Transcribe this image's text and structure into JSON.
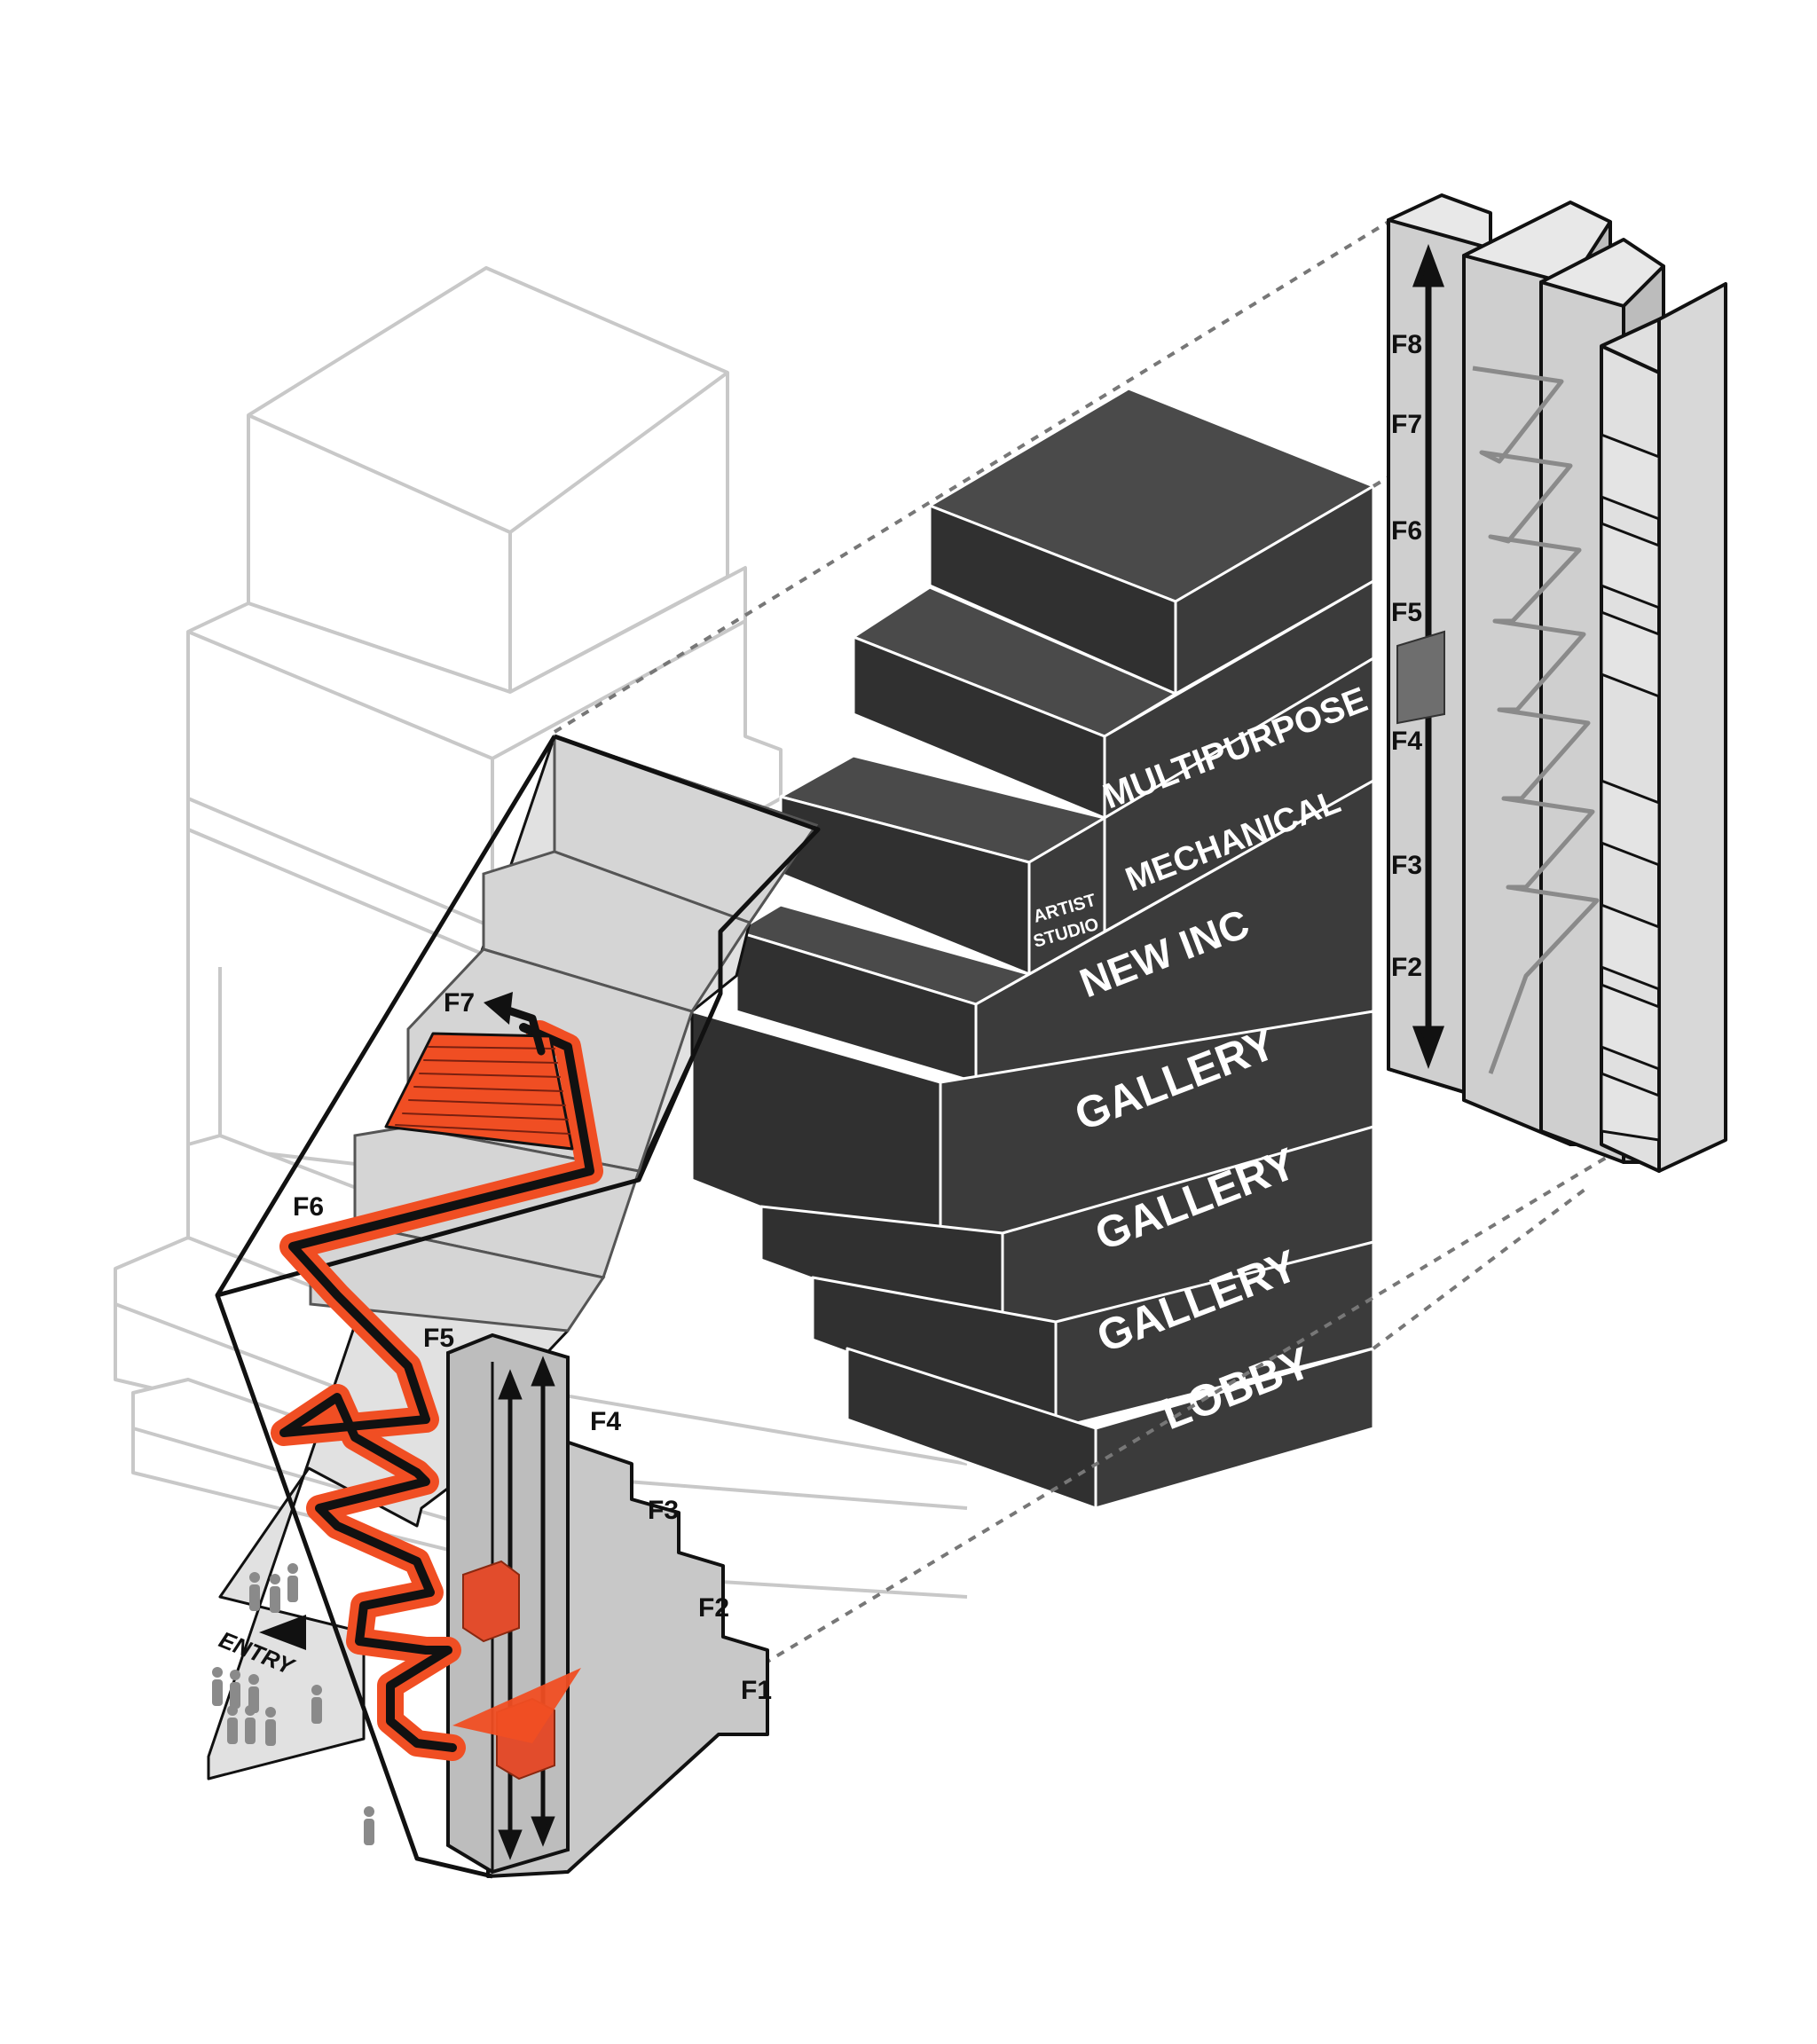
{
  "programs": {
    "multipurpose": "MULTIPURPOSE",
    "mechanical": "MECHANICAL",
    "artist_studio_line1": "ARTIST",
    "artist_studio_line2": "STUDIO",
    "new_inc": "NEW INC",
    "gallery_top": "GALLERY",
    "gallery_mid": "GALLERY",
    "gallery_low": "GALLERY",
    "lobby": "LOBBY"
  },
  "section_floors": {
    "f1": "F1",
    "f2": "F2",
    "f3": "F3",
    "f4": "F4",
    "f5": "F5",
    "f6": "F6",
    "f7": "F7"
  },
  "elevator_floors": {
    "f2": "F2",
    "f3": "F3",
    "f4": "F4",
    "f5": "F5",
    "f6": "F6",
    "f7": "F7",
    "f8": "F8"
  },
  "entry": {
    "label": "ENTRY"
  },
  "colors": {
    "circulation": "#f04e23",
    "program_dark": "#3a3a3a",
    "program_darker": "#2f2f2f",
    "ghost_outline": "#c8c8c8",
    "section_fill": "#dcdcdc",
    "people": "#8a8a8a"
  }
}
